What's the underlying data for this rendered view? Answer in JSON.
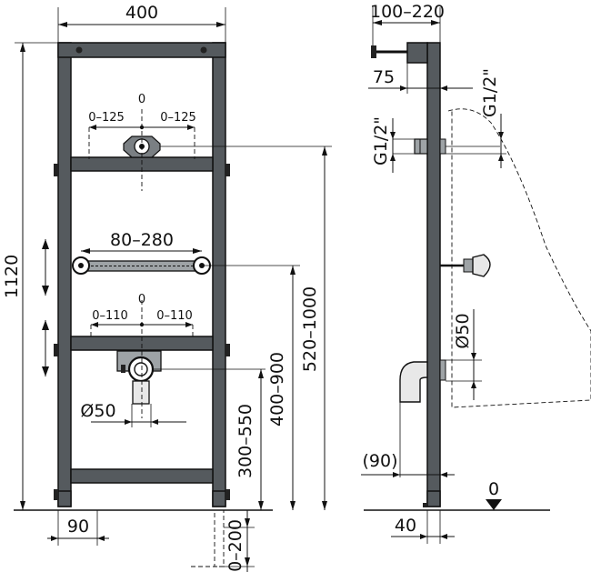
{
  "front_view": {
    "width": "400",
    "height": "1120",
    "supply_offset_center": "0",
    "supply_offset_left": "0–125",
    "supply_offset_right": "0–125",
    "bar_span": "80–280",
    "waste_offset_center": "0",
    "waste_offset_left": "0–110",
    "waste_offset_right": "0–110",
    "waste_diameter": "Ø50",
    "foot_width": "90",
    "waste_height": "300–550",
    "bar_height": "400–900",
    "supply_height": "520–1000",
    "floor_adjust": "0–200"
  },
  "side_view": {
    "depth": "100–220",
    "offset": "75",
    "thread_left": "G1/2\"",
    "thread_right": "G1/2\"",
    "waste_diameter": "Ø50",
    "waste_depth": "(90)",
    "frame_depth": "40",
    "floor_level": "0"
  }
}
